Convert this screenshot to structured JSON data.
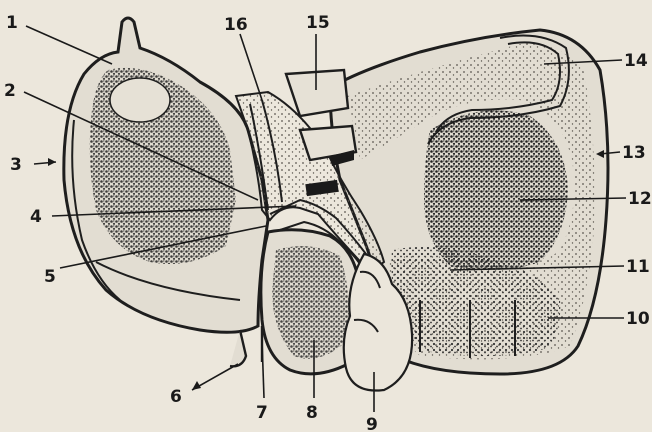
{
  "labels": {
    "l1": "1",
    "l2": "2",
    "l3": "3",
    "l4": "4",
    "l5": "5",
    "l6": "6",
    "l7": "7",
    "l8": "8",
    "l9": "9",
    "l10": "10",
    "l11": "11",
    "l12": "12",
    "l13": "13",
    "l14": "14",
    "l15": "15",
    "l16": "16"
  },
  "colors": {
    "paper": "#ece7dc",
    "ink": "#1a1a1a",
    "stipple_dark": "#2a2a2a",
    "stipple_light": "#6a665e"
  }
}
